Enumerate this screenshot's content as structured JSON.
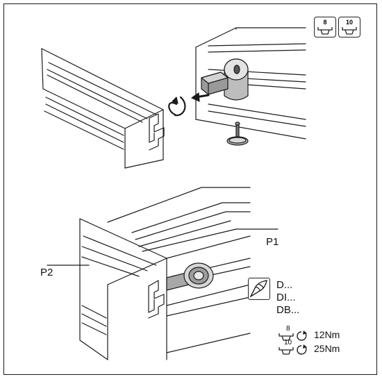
{
  "tools": [
    {
      "size": "8"
    },
    {
      "size": "10"
    }
  ],
  "labels": {
    "p1": "P1",
    "p2": "P2"
  },
  "fastener_types": [
    "D...",
    "DI...",
    "DB..."
  ],
  "torques": [
    {
      "size": "8",
      "value": "12Nm"
    },
    {
      "size": "10",
      "value": "25Nm"
    }
  ],
  "icons": {
    "rotation": "rotate-arrow-icon",
    "hex_key": "hex-socket-icon",
    "drill": "drill-bit-icon",
    "tighten": "clockwise-tighten-icon"
  }
}
